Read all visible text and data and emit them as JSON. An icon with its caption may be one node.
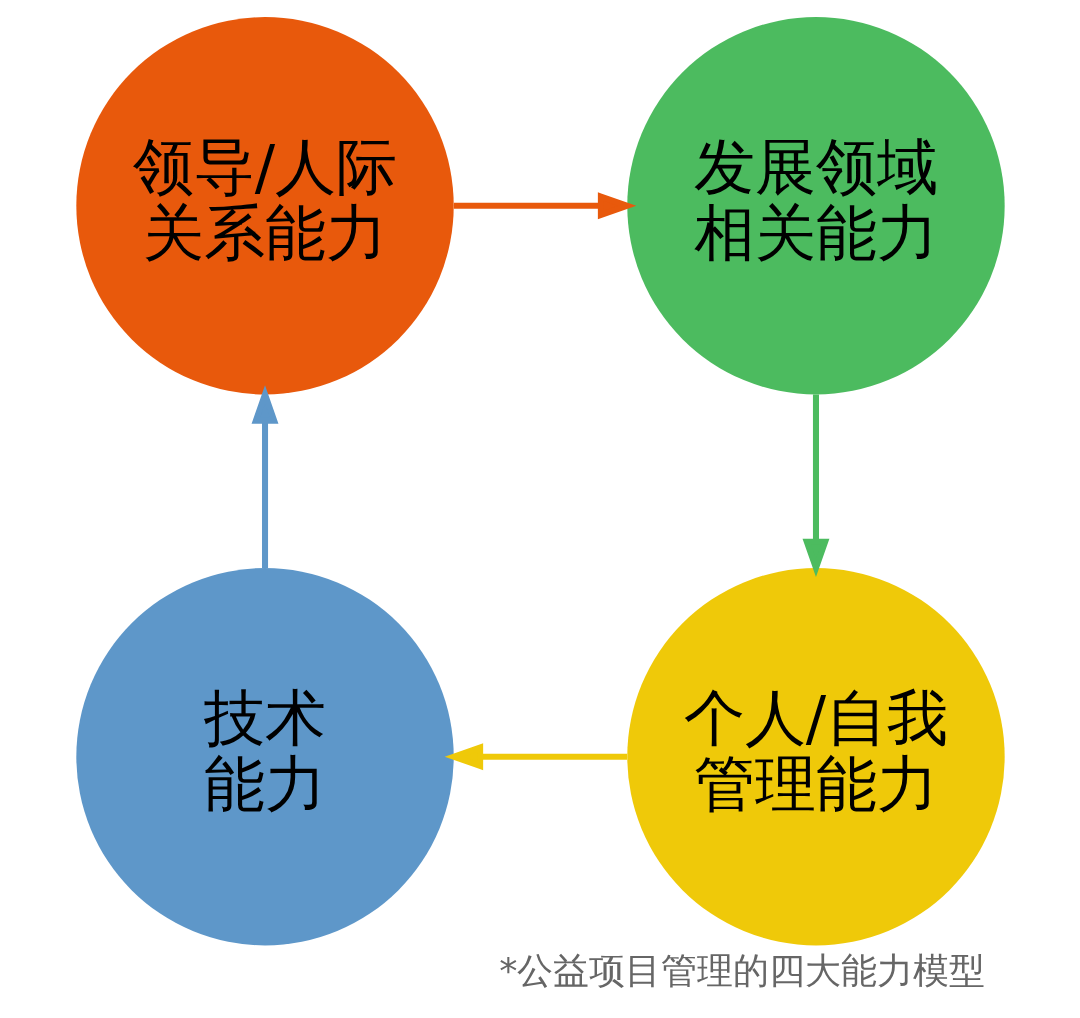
{
  "diagram": {
    "caption": "*公益项目管理的四大能力模型",
    "nodes": [
      {
        "text": [
          "领导/人际关系能力"
        ]
      },
      {
        "text": [
          "发展领域相关能力"
        ]
      },
      {
        "text": [
          "个人/自我管理能力"
        ]
      },
      {
        "text": [
          "技术能力"
        ]
      }
    ],
    "edges": [
      {
        "from": 0,
        "to": 1,
        "arrow": "to",
        "color": "#e8590c"
      },
      {
        "from": 1,
        "to": 2,
        "arrow": "to",
        "color": "#4cbb5f"
      },
      {
        "from": 2,
        "to": 3,
        "arrow": "to",
        "color": "#efc909"
      },
      {
        "from": 3,
        "to": 0,
        "arrow": "to",
        "color": "#5e97c9"
      }
    ]
  }
}
